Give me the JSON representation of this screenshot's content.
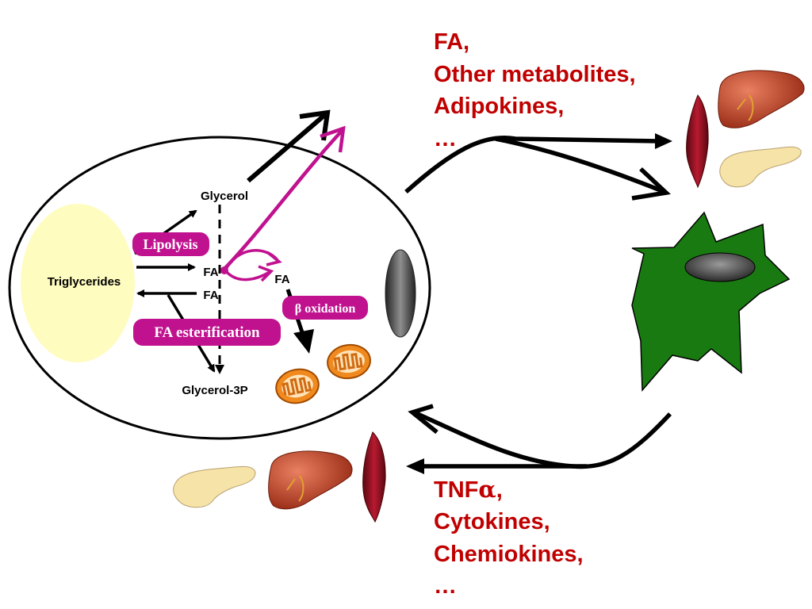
{
  "cell": {
    "triglycerides": "Triglycerides",
    "glycerol": "Glycerol",
    "glycerol_3p": "Glycerol-3P",
    "fa_top": "FA",
    "fa_bottom": "FA",
    "fa_right": "FA",
    "lipolysis": "Lipolysis",
    "beta_oxidation": "β oxidation",
    "fa_esterification": "FA esterification"
  },
  "secretions": {
    "line1": "FA,",
    "line2": "Other metabolites,",
    "line3": "Adipokines,",
    "line4": "…"
  },
  "signals": {
    "line1_main": "TNF",
    "line1_greek": "α",
    "line1_tail": ",",
    "line2": "Cytokines,",
    "line3": "Chemiokines,",
    "line4": "…"
  },
  "colors": {
    "accent": "#c0118f",
    "text_red": "#c00000",
    "macrophage": "#1a7a12",
    "lipid_droplet": "#fffcc0",
    "liver": "#b8401f",
    "muscle": "#8a1020",
    "pancreas": "#f6e3a8",
    "mitochondria": "#f08a1e"
  },
  "icons": [
    "liver-icon",
    "muscle-icon",
    "pancreas-icon",
    "mitochondria-icon",
    "macrophage-icon",
    "nucleus-icon"
  ]
}
